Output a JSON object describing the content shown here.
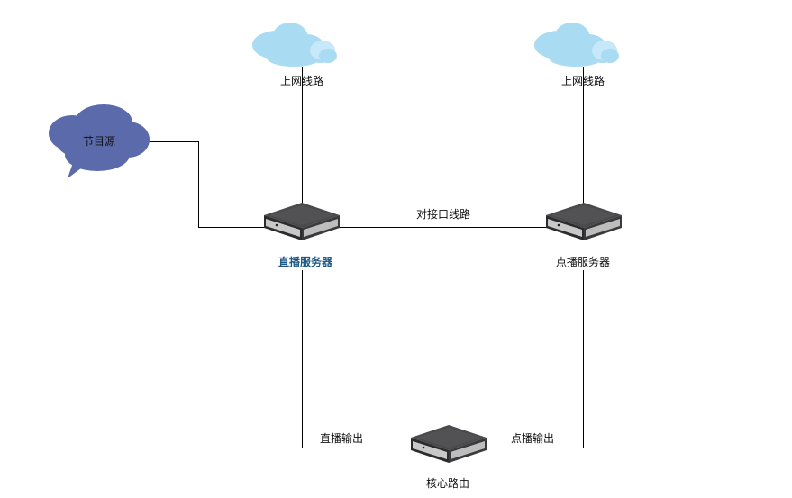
{
  "colors": {
    "background": "#ffffff",
    "line": "#000000",
    "cloud": "#a9dbf3",
    "source_bubble": "#5a6aaa",
    "server_body": "#3e3e40",
    "server_front": "#c8c8c8",
    "highlight_label": "#1f5a86"
  },
  "nodes": {
    "internet_left": {
      "icon": "cloud-icon",
      "label": "上网线路"
    },
    "internet_right": {
      "icon": "cloud-icon",
      "label": "上网线路"
    },
    "program_source": {
      "icon": "speech-cloud-icon",
      "label": "节目源"
    },
    "live_server": {
      "icon": "server-icon",
      "label": "直播服务器"
    },
    "vod_server": {
      "icon": "server-icon",
      "label": "点播服务器"
    },
    "core_router": {
      "icon": "server-icon",
      "label": "核心路由"
    }
  },
  "links": {
    "interconnect": "对接口线路",
    "live_output": "直播输出",
    "vod_output": "点播输出"
  }
}
